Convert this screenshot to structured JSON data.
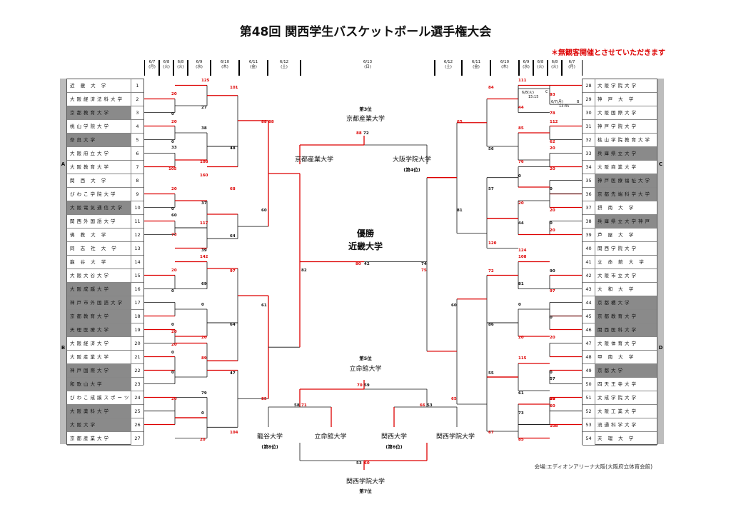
{
  "title": "第48回 関西学生バスケットボール選手権大会",
  "notice": "＊無観客開催とさせていただきます",
  "venue": "会場:エディオンアリーナ大阪(大阪府立体育会館)",
  "dates_left": [
    {
      "d": "6/7",
      "w": "(月)"
    },
    {
      "d": "6/8",
      "w": "(火)"
    },
    {
      "d": "6/8",
      "w": "(火)"
    },
    {
      "d": "6/9",
      "w": "(水)"
    },
    {
      "d": "6/10",
      "w": "(木)"
    },
    {
      "d": "6/11",
      "w": "(金)"
    },
    {
      "d": "6/12",
      "w": "(土)"
    }
  ],
  "date_center": {
    "d": "6/13",
    "w": "(日)"
  },
  "dates_right": [
    {
      "d": "6/12",
      "w": "(土)"
    },
    {
      "d": "6/11",
      "w": "(金)"
    },
    {
      "d": "6/10",
      "w": "(木)"
    },
    {
      "d": "6/9",
      "w": "(水)"
    },
    {
      "d": "6/8",
      "w": "(火)"
    },
    {
      "d": "6/8",
      "w": "(火)"
    },
    {
      "d": "6/7",
      "w": "(月)"
    }
  ],
  "blocks": {
    "a": "A",
    "b": "B",
    "c": "C",
    "d": "D"
  },
  "left_teams": [
    {
      "no": "1",
      "name": "近 畿 大 学",
      "gray": false
    },
    {
      "no": "2",
      "name": "大阪経済法科大学",
      "gray": false
    },
    {
      "no": "3",
      "name": "京都教育大学",
      "gray": true
    },
    {
      "no": "4",
      "name": "桃山学院大学",
      "gray": false
    },
    {
      "no": "5",
      "name": "奈良大学",
      "gray": true
    },
    {
      "no": "6",
      "name": "大阪府立大学",
      "gray": false
    },
    {
      "no": "7",
      "name": "大阪教育大学",
      "gray": false
    },
    {
      "no": "8",
      "name": "関 西 大 学",
      "gray": false
    },
    {
      "no": "9",
      "name": "びわこ学院大学",
      "gray": false
    },
    {
      "no": "10",
      "name": "大阪電気通信大学",
      "gray": true
    },
    {
      "no": "11",
      "name": "関西外国語大学",
      "gray": false
    },
    {
      "no": "12",
      "name": "佛 教 大 学",
      "gray": false
    },
    {
      "no": "13",
      "name": "同 志 社 大 学",
      "gray": false
    },
    {
      "no": "14",
      "name": "龍 谷 大 学",
      "gray": false
    },
    {
      "no": "15",
      "name": "大阪大谷大学",
      "gray": false
    },
    {
      "no": "16",
      "name": "大阪成蹊大学",
      "gray": true
    },
    {
      "no": "17",
      "name": "神戸市外国語大学",
      "gray": true
    },
    {
      "no": "18",
      "name": "京都教育大学",
      "gray": true
    },
    {
      "no": "19",
      "name": "天理医療大学",
      "gray": true
    },
    {
      "no": "20",
      "name": "大阪経済大学",
      "gray": false
    },
    {
      "no": "21",
      "name": "大阪産業大学",
      "gray": false
    },
    {
      "no": "22",
      "name": "神戸国際大学",
      "gray": true
    },
    {
      "no": "23",
      "name": "和歌山大学",
      "gray": true
    },
    {
      "no": "24",
      "name": "びわこ成蹊スポーツ大学",
      "gray": false
    },
    {
      "no": "25",
      "name": "大阪薬科大学",
      "gray": true
    },
    {
      "no": "26",
      "name": "大阪大学",
      "gray": true
    },
    {
      "no": "27",
      "name": "京都産業大学",
      "gray": false
    }
  ],
  "right_teams": [
    {
      "no": "28",
      "name": "大阪学院大学",
      "gray": false
    },
    {
      "no": "29",
      "name": "神 戸 大 学",
      "gray": false
    },
    {
      "no": "30",
      "name": "大阪国際大学",
      "gray": false
    },
    {
      "no": "31",
      "name": "神戸学院大学",
      "gray": false
    },
    {
      "no": "32",
      "name": "桃山学院教育大学",
      "gray": false
    },
    {
      "no": "33",
      "name": "兵庫県立大学",
      "gray": true
    },
    {
      "no": "34",
      "name": "大阪商業大学",
      "gray": false
    },
    {
      "no": "35",
      "name": "神戸医療福祉大学",
      "gray": true
    },
    {
      "no": "36",
      "name": "京都先端科学大学",
      "gray": true
    },
    {
      "no": "37",
      "name": "摂 南 大 学",
      "gray": false
    },
    {
      "no": "38",
      "name": "兵庫県立大学神戸",
      "gray": true
    },
    {
      "no": "39",
      "name": "芦 屋 大 学",
      "gray": false
    },
    {
      "no": "40",
      "name": "関西学院大学",
      "gray": false
    },
    {
      "no": "41",
      "name": "立 命 館 大 学",
      "gray": false
    },
    {
      "no": "42",
      "name": "大阪市立大学",
      "gray": false
    },
    {
      "no": "43",
      "name": "大 和 大 学",
      "gray": false
    },
    {
      "no": "44",
      "name": "京都橘大学",
      "gray": true
    },
    {
      "no": "45",
      "name": "京都教育大学",
      "gray": true
    },
    {
      "no": "46",
      "name": "関西医科大学",
      "gray": true
    },
    {
      "no": "47",
      "name": "大阪体育大学",
      "gray": false
    },
    {
      "no": "48",
      "name": "甲 南 大 学",
      "gray": false
    },
    {
      "no": "49",
      "name": "京都大学",
      "gray": true
    },
    {
      "no": "50",
      "name": "四天王寺大学",
      "gray": false
    },
    {
      "no": "51",
      "name": "太成学院大学",
      "gray": false
    },
    {
      "no": "52",
      "name": "大阪工業大学",
      "gray": false
    },
    {
      "no": "53",
      "name": "流通科学大学",
      "gray": false
    },
    {
      "no": "54",
      "name": "天 理 大 学",
      "gray": false
    }
  ],
  "finals": {
    "champion_label": "優勝",
    "champion": "近畿大学",
    "third_label": "第3位",
    "third": "京都産業大学",
    "semi_left": "京都産業大学",
    "semi_right": "大阪学院大学",
    "fourth_label": "(第4位)",
    "fifth_label": "第5位",
    "fifth": "立命館大学",
    "place_left": "龍谷大学",
    "place_left_label": "(第8位)",
    "place_mid_left": "立命館大学",
    "place_mid_right": "関西大学",
    "place_mid_right_label": "(第6位)",
    "place_right": "関西学院大学",
    "seventh": "関西学院大学",
    "seventh_label": "第7位"
  },
  "notes": {
    "a": "6/8(火)",
    "b": "15:15",
    "c": "C",
    "d": "6/7(月)",
    "e": "13:45",
    "f": "B"
  },
  "scores": {
    "l1": "125",
    "l2": "20",
    "l3": "27",
    "l4": "0",
    "l5": "20",
    "l6": "38",
    "l7": "0",
    "l8": "33",
    "l9": "105",
    "l10": "108",
    "l11": "160",
    "l12": "20",
    "l13": "37",
    "l14": "0",
    "l15": "60",
    "l16": "73",
    "l17": "117",
    "l18": "39",
    "l19": "101",
    "l20": "48",
    "l21": "68",
    "l22": "64",
    "l23": "88",
    "l24": "60",
    "l25": "142",
    "l26": "20",
    "l27": "69",
    "l28": "0",
    "l29": "0",
    "l30": "0",
    "l31": "20",
    "l32": "20",
    "l33": "20",
    "l34": "0",
    "l35": "89",
    "l36": "0",
    "l37": "79",
    "l38": "20",
    "l39": "0",
    "l40": "104",
    "l41": "20",
    "l42": "97",
    "l43": "64",
    "l44": "47",
    "l45": "61",
    "l46": "85",
    "r1": "111",
    "r2": "93",
    "r3": "44",
    "r4": "78",
    "r5": "112",
    "r6": "85",
    "r7": "62",
    "r8": "20",
    "r9": "56",
    "r10": "76",
    "r11": "20",
    "r12": "84",
    "r13": "65",
    "r14": "0",
    "r15": "0",
    "r16": "57",
    "r17": "20",
    "r18": "20",
    "r19": "44",
    "r20": "0",
    "r21": "20",
    "r22": "120",
    "r23": "124",
    "r24": "81",
    "r25": "108",
    "r26": "72",
    "r27": "90",
    "r28": "81",
    "r29": "97",
    "r30": "0",
    "r31": "0",
    "r32": "86",
    "r33": "20",
    "r34": "20",
    "r35": "60",
    "r36": "115",
    "r37": "0",
    "r38": "57",
    "r39": "61",
    "r40": "20",
    "r41": "51",
    "r42": "55",
    "r43": "60",
    "r44": "73",
    "r45": "108",
    "r46": "67",
    "r47": "85",
    "r48": "65",
    "r49": "75",
    "f1": "88",
    "f2": "72",
    "f3": "88",
    "f4": "82",
    "f5": "80",
    "f6": "42",
    "f7": "74",
    "f8": "70",
    "f9": "59",
    "f10": "58",
    "f11": "71",
    "f12": "66",
    "f13": "53",
    "f14": "53",
    "f15": "60"
  }
}
